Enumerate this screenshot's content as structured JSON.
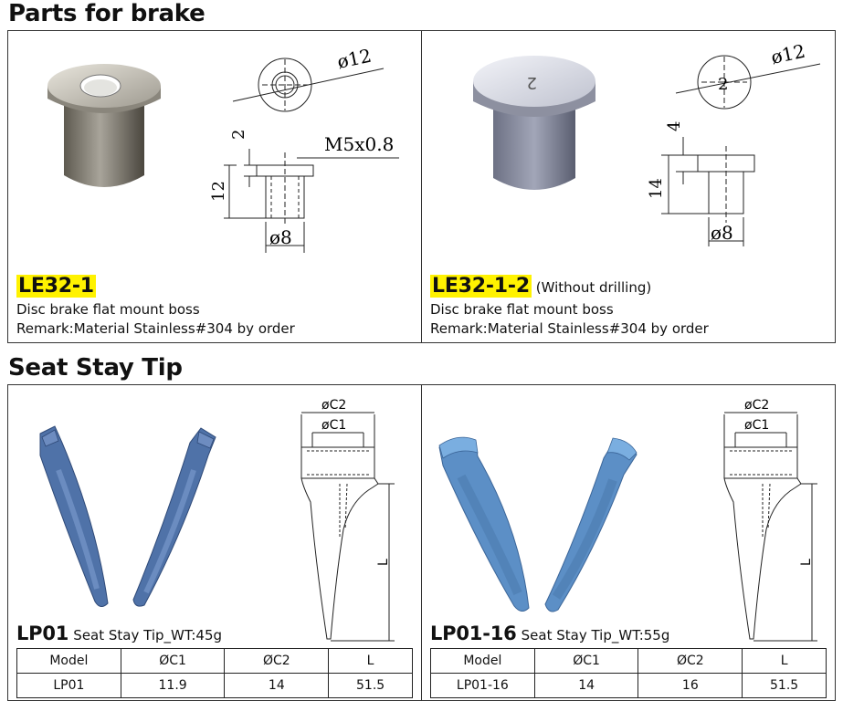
{
  "brake": {
    "title": "Parts for brake",
    "left": {
      "code": "LE32-1",
      "note": "",
      "line1": "Disc brake flat mount boss",
      "line2": "Remark:Material Stainless#304 by order",
      "dims": {
        "dia": "ø12",
        "flange": "2",
        "thread": "M5x0.8",
        "height": "12",
        "shank": "ø8"
      }
    },
    "right": {
      "code": "LE32-1-2",
      "note": "(Without drilling)",
      "line1": "Disc brake flat mount boss",
      "line2": "Remark:Material Stainless#304 by order",
      "dims": {
        "dia": "ø12",
        "center": "2",
        "flange": "4",
        "height": "14",
        "shank": "ø8"
      }
    }
  },
  "seat": {
    "title": "Seat Stay Tip",
    "left": {
      "code": "LP01",
      "note": "Seat Stay Tip_WT:45g",
      "color": "#4f72a8",
      "labels": {
        "c2": "øC2",
        "c1": "øC1",
        "len": "L"
      },
      "table": {
        "headers": [
          "Model",
          "ØC1",
          "ØC2",
          "L"
        ],
        "row": [
          "LP01",
          "11.9",
          "14",
          "51.5"
        ]
      }
    },
    "right": {
      "code": "LP01-16",
      "note": "Seat Stay Tip_WT:55g",
      "color": "#5c8fc6",
      "labels": {
        "c2": "øC2",
        "c1": "øC1",
        "len": "L"
      },
      "table": {
        "headers": [
          "Model",
          "ØC1",
          "ØC2",
          "L"
        ],
        "row": [
          "LP01-16",
          "14",
          "16",
          "51.5"
        ]
      }
    }
  }
}
